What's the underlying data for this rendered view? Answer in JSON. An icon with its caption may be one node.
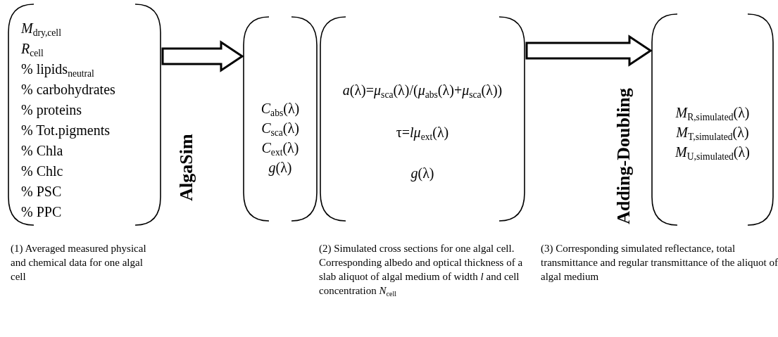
{
  "diagram": {
    "nodes": [
      {
        "text": [
          "*M*$_{dry,cell}$",
          "*R*$_{cell}$",
          "% lipids$_{neutral}$",
          "% carbohydrates",
          "% proteins",
          "% Tot.pigments",
          "% Chla",
          "% Chlc",
          "% PSC",
          "% PPC"
        ],
        "beside": [
          "(1) Averaged measured physical and chemical data for one algal cell"
        ]
      },
      {
        "text": [
          "*C*$_{abs}$(λ)",
          "*C*$_{sca}$(λ)",
          "*C*$_{ext}$(λ)",
          "*g*(λ)"
        ]
      },
      {
        "text": [
          "*a*(λ)=*μ*$_{sca}$(λ)/(*μ*$_{abs}$(λ)+*μ*$_{sca}$(λ))",
          "τ=*lμ*$_{ext}$(λ)",
          "*g*(λ)"
        ],
        "beside": [
          "(2) Simulated cross sections for one algal cell. Corresponding albedo and optical thickness of a slab aliquot of algal medium of width *l* and cell concentration *N*$_{cell}$"
        ]
      },
      {
        "text": [
          "*M*$_{R,simulated}$(λ)",
          "*M*$_{T,simulated}$(λ)",
          "*M*$_{U,simulated}$(λ)"
        ],
        "beside": [
          "(3) Corresponding simulated reflectance, total transmittance and regular transmittance of the aliquot of algal medium"
        ]
      }
    ],
    "edges": [
      {
        "from": 0,
        "to": 1,
        "arrow": "to",
        "label": "AlgaSim"
      },
      {
        "from": 2,
        "to": 3,
        "arrow": "to",
        "label": "Adding-Doubling"
      }
    ]
  }
}
